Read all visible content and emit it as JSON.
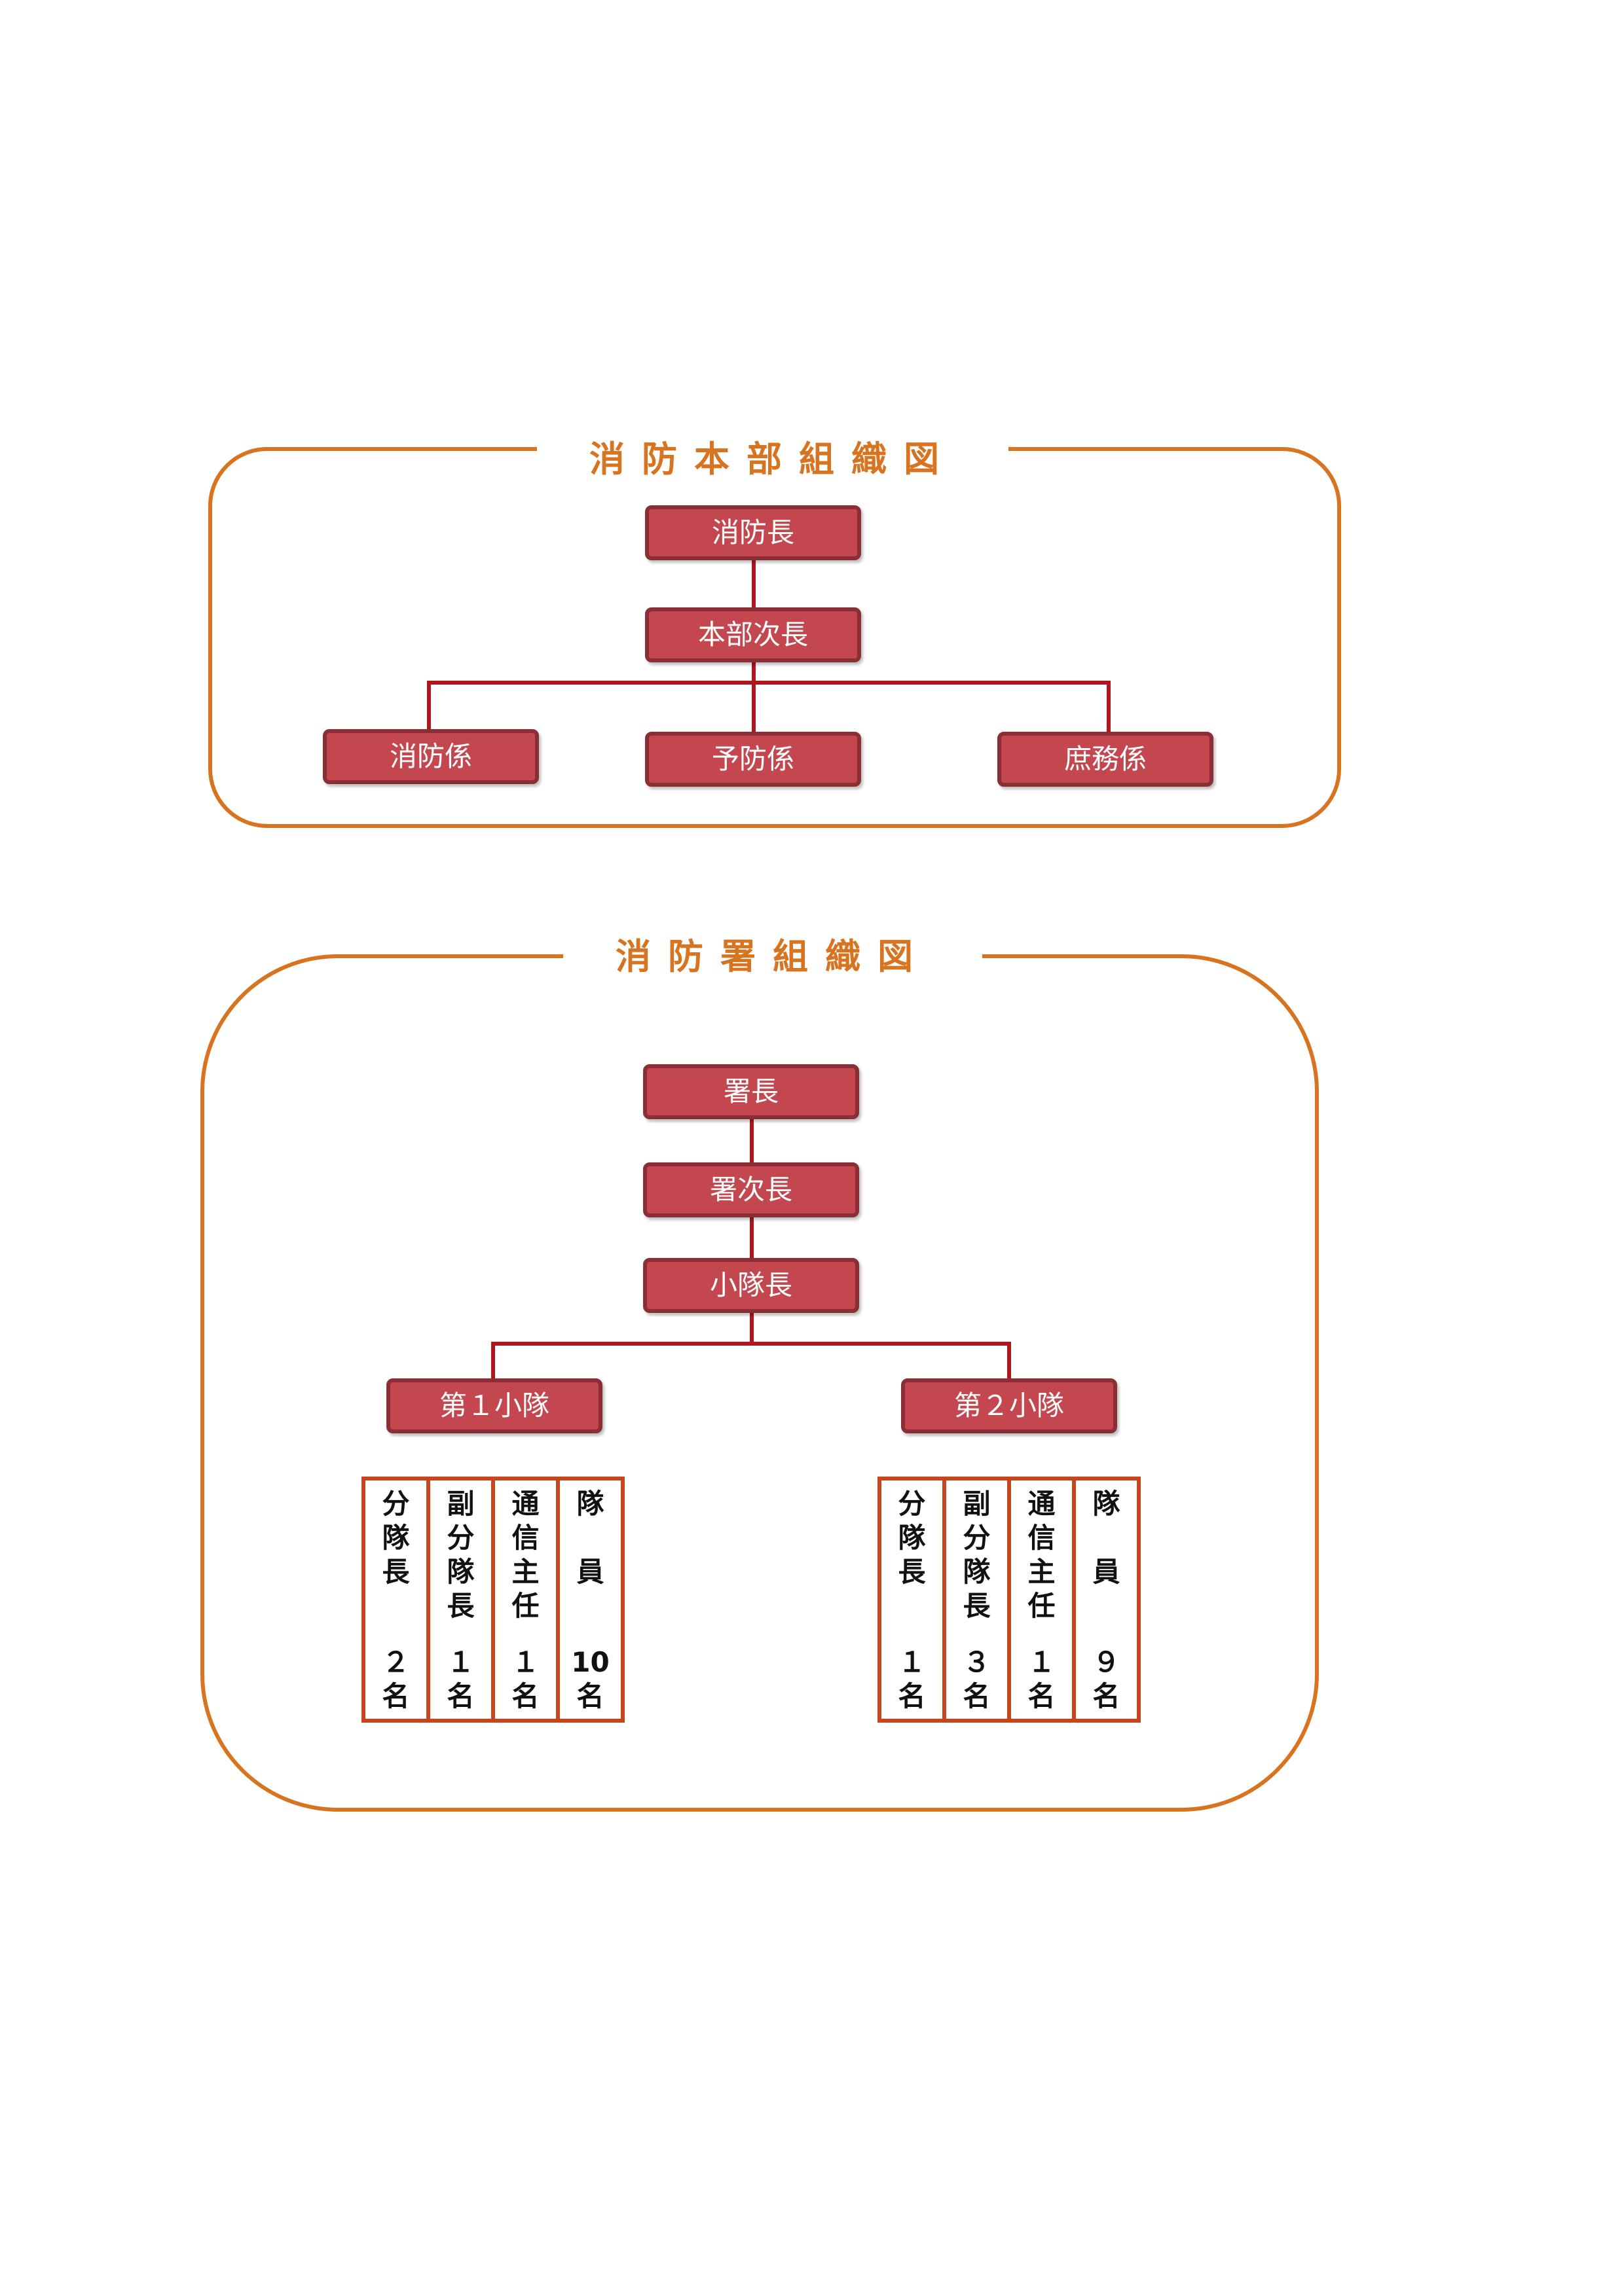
{
  "hq": {
    "title": "消防本部組織図",
    "chief": "消防長",
    "deputy": "本部次長",
    "sections": [
      "消防係",
      "予防係",
      "庶務係"
    ]
  },
  "station": {
    "title": "消防署組織図",
    "chief": "署長",
    "deputy": "署次長",
    "platoon_leader": "小隊長",
    "platoons": [
      {
        "name": "第１小隊",
        "roles": [
          {
            "title": "分隊長",
            "count": "２名"
          },
          {
            "title": "副分隊長",
            "count": "１名"
          },
          {
            "title": "通信主任",
            "count": "１名"
          },
          {
            "title": "隊員",
            "count": "10名"
          }
        ]
      },
      {
        "name": "第２小隊",
        "roles": [
          {
            "title": "分隊長",
            "count": "１名"
          },
          {
            "title": "副分隊長",
            "count": "３名"
          },
          {
            "title": "通信主任",
            "count": "１名"
          },
          {
            "title": "隊員",
            "count": "９名"
          }
        ]
      }
    ]
  },
  "colors": {
    "frame": "#d8731f",
    "node_fill": "#c4474f",
    "node_border": "#8a2f36",
    "connector": "#b0161e",
    "roster_border": "#c8461e"
  }
}
